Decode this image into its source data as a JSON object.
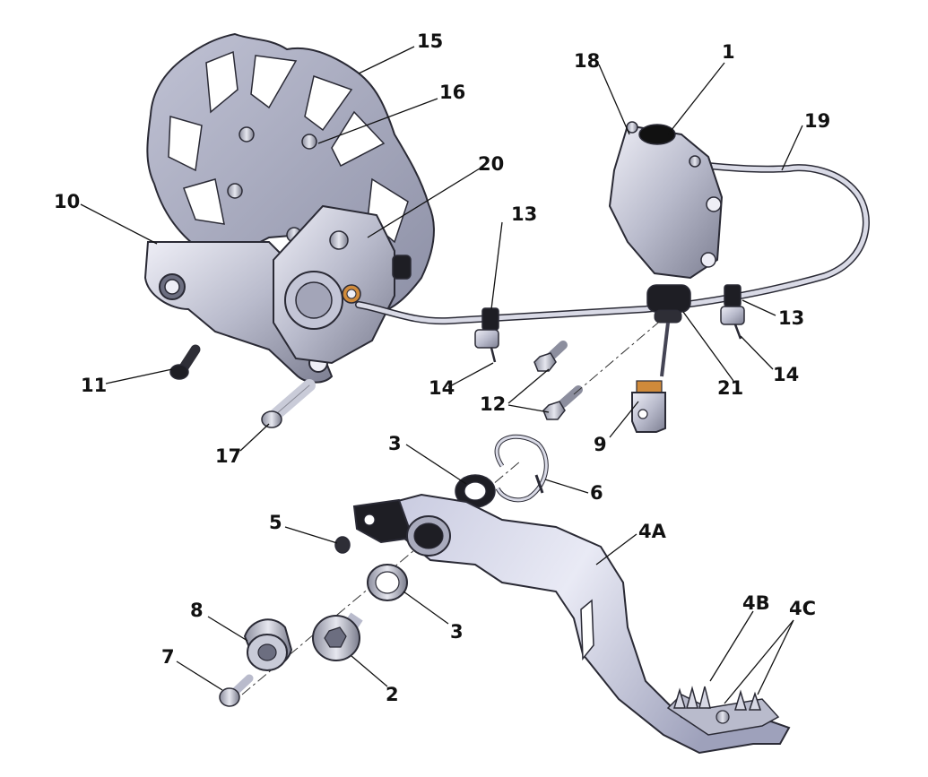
{
  "diagram": {
    "callouts": [
      "15",
      "16",
      "18",
      "1",
      "19",
      "20",
      "10",
      "13",
      "13",
      "11",
      "14",
      "12",
      "14",
      "21",
      "12",
      "9",
      "17",
      "3",
      "6",
      "5",
      "4A",
      "3",
      "8",
      "4B",
      "4C",
      "7",
      "2"
    ],
    "colors": {
      "metal_light": "#d7d8e4",
      "metal_mid": "#a9abbd",
      "metal_dark": "#6c6e80",
      "black_part": "#1e1e24",
      "outline": "#2a2a35"
    }
  }
}
